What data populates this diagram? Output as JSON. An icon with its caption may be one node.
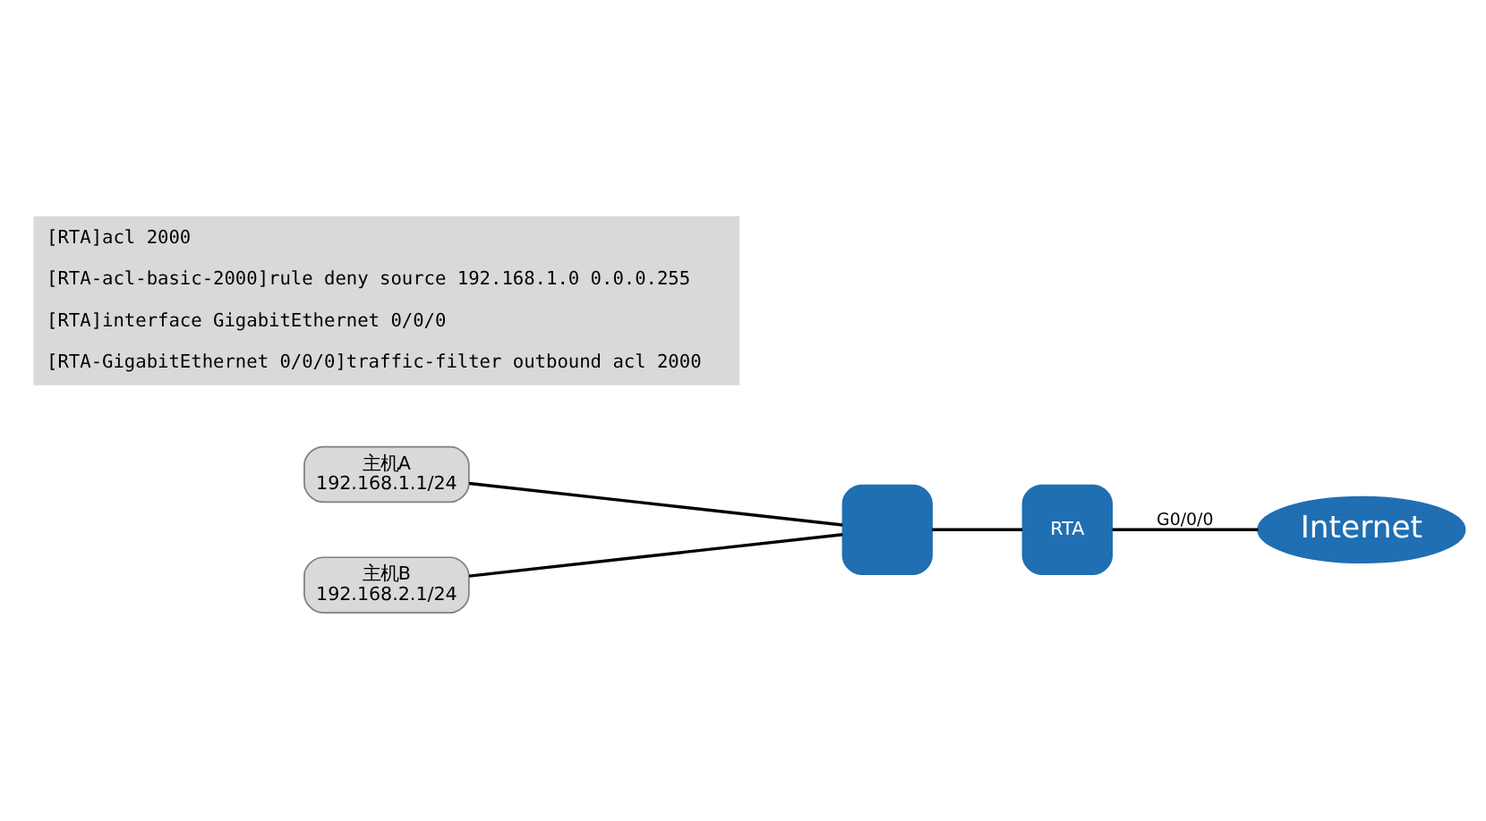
{
  "diagram": {
    "nodes": [
      {
        "text": [
          "主机A",
          "192.168.1.1/24"
        ]
      },
      {
        "text": [
          "主机B",
          "192.168.2.1/24"
        ]
      },
      {
        "text": [],
        "shape": "box"
      },
      {
        "text": [
          "RTA"
        ]
      },
      {
        "text": [
          "Internet"
        ]
      }
    ],
    "edges": [
      {
        "from": 0,
        "to": 2,
        "arrow": "none"
      },
      {
        "from": 1,
        "to": 2,
        "arrow": "none"
      },
      {
        "from": 2,
        "to": 3,
        "arrow": "none"
      },
      {
        "from": 3,
        "to": 4,
        "arrow": "none",
        "label": "G0/0/0"
      }
    ],
    "labels": [
      "[RTA]acl 2000",
      "[RTA-acl-basic-2000]rule deny source 192.168.1.0 0.0.0.255",
      "[RTA]interface GigabitEthernet 0/0/0",
      "[RTA-GigabitEthernet 0/0/0]traffic-filter outbound acl 2000"
    ]
  }
}
